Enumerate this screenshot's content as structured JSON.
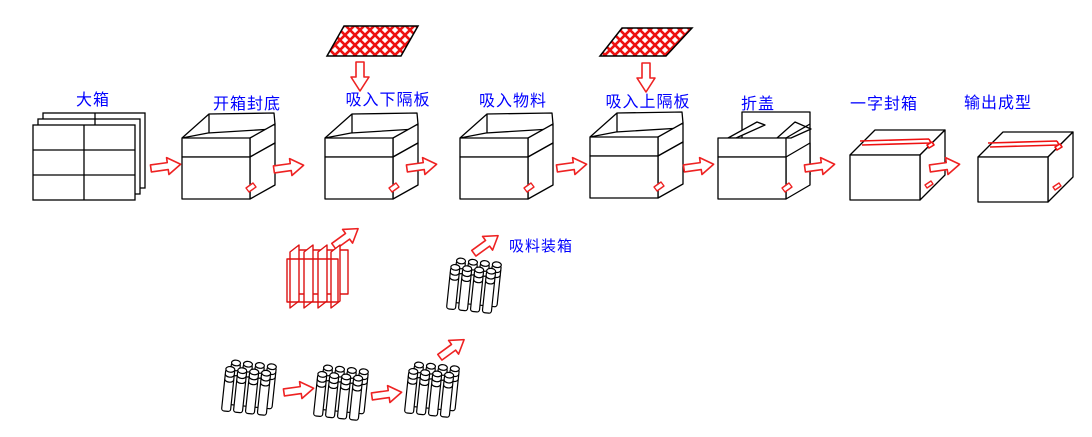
{
  "diagram": {
    "title_present": false,
    "background": "#ffffff",
    "colors": {
      "label_blue": "#0000ff",
      "line_black": "#000000",
      "arrow_red": "#ee2222",
      "partition_red": "#dd1111"
    },
    "steps": [
      {
        "label": "大箱"
      },
      {
        "label": "开箱封底"
      },
      {
        "label": "吸入下隔板"
      },
      {
        "label": "吸入物料"
      },
      {
        "label": "吸入上隔板"
      },
      {
        "label": "折盖"
      },
      {
        "label": "一字封箱"
      },
      {
        "label": "输出成型"
      }
    ],
    "annotations": [
      {
        "label": "吸料装箱"
      }
    ]
  }
}
